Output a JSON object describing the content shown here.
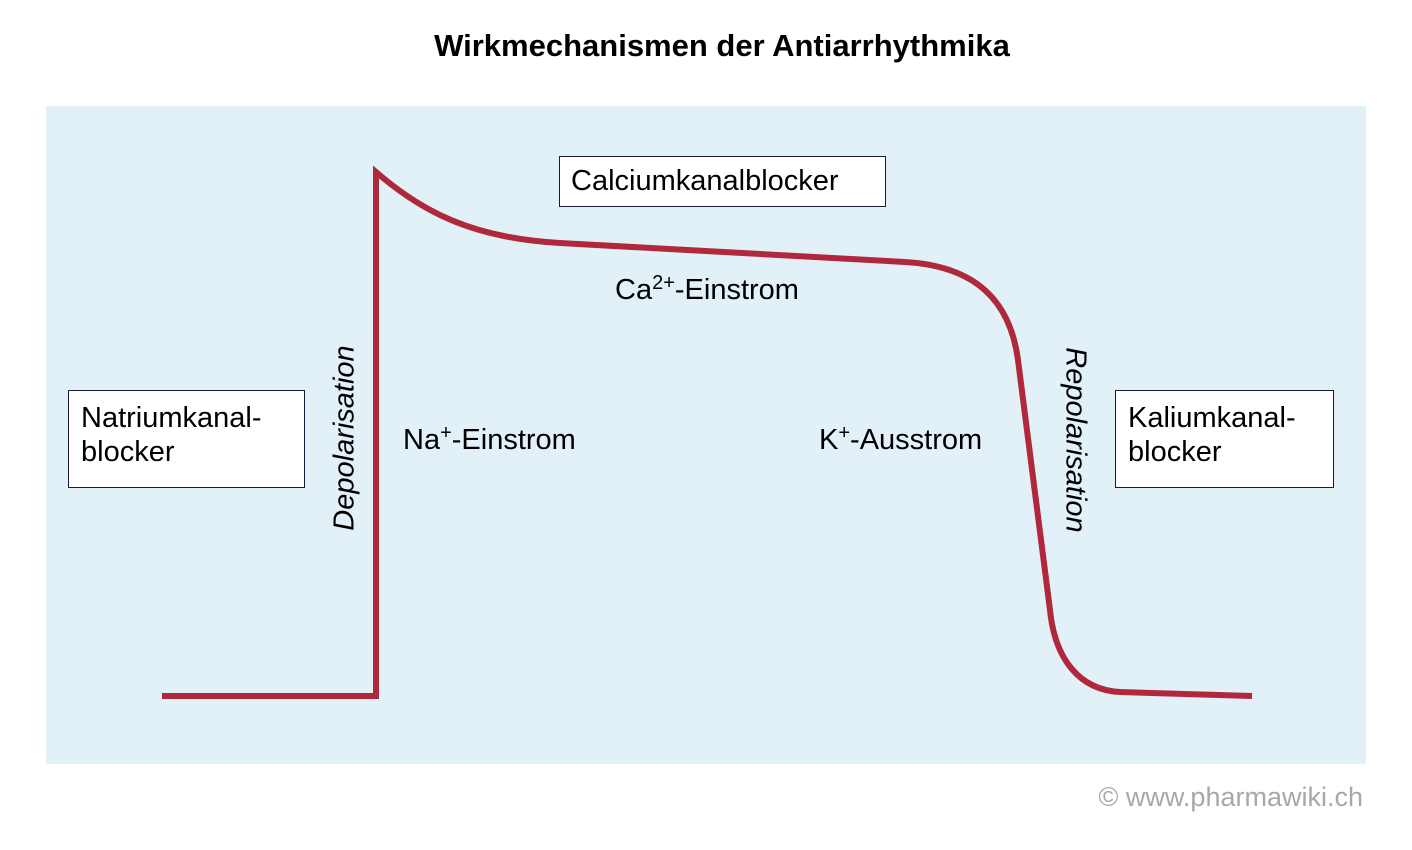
{
  "title": "Wirkmechanismen der Antiarrhythmika",
  "boxes": {
    "calcium": "Calciumkanalblocker",
    "natrium_line1": "Natriumkanal-",
    "natrium_line2": "blocker",
    "kalium_line1": "Kaliumkanal-",
    "kalium_line2": "blocker"
  },
  "labels": {
    "ca_prefix": "Ca",
    "ca_sup": "2+",
    "ca_suffix": "-Einstrom",
    "na_prefix": "Na",
    "na_sup": "+",
    "na_suffix": "-Einstrom",
    "k_prefix": "K",
    "k_sup": "+",
    "k_suffix": "-Ausstrom",
    "depolarisation": "Depolarisation",
    "repolarisation": "Repolarisation"
  },
  "copyright": "© www.pharmawiki.ch",
  "colors": {
    "curve": "#b0283c",
    "panel_background": "#e2f0f8",
    "box_border": "#1a1a3a",
    "copyright_text": "#a8a8a8"
  }
}
